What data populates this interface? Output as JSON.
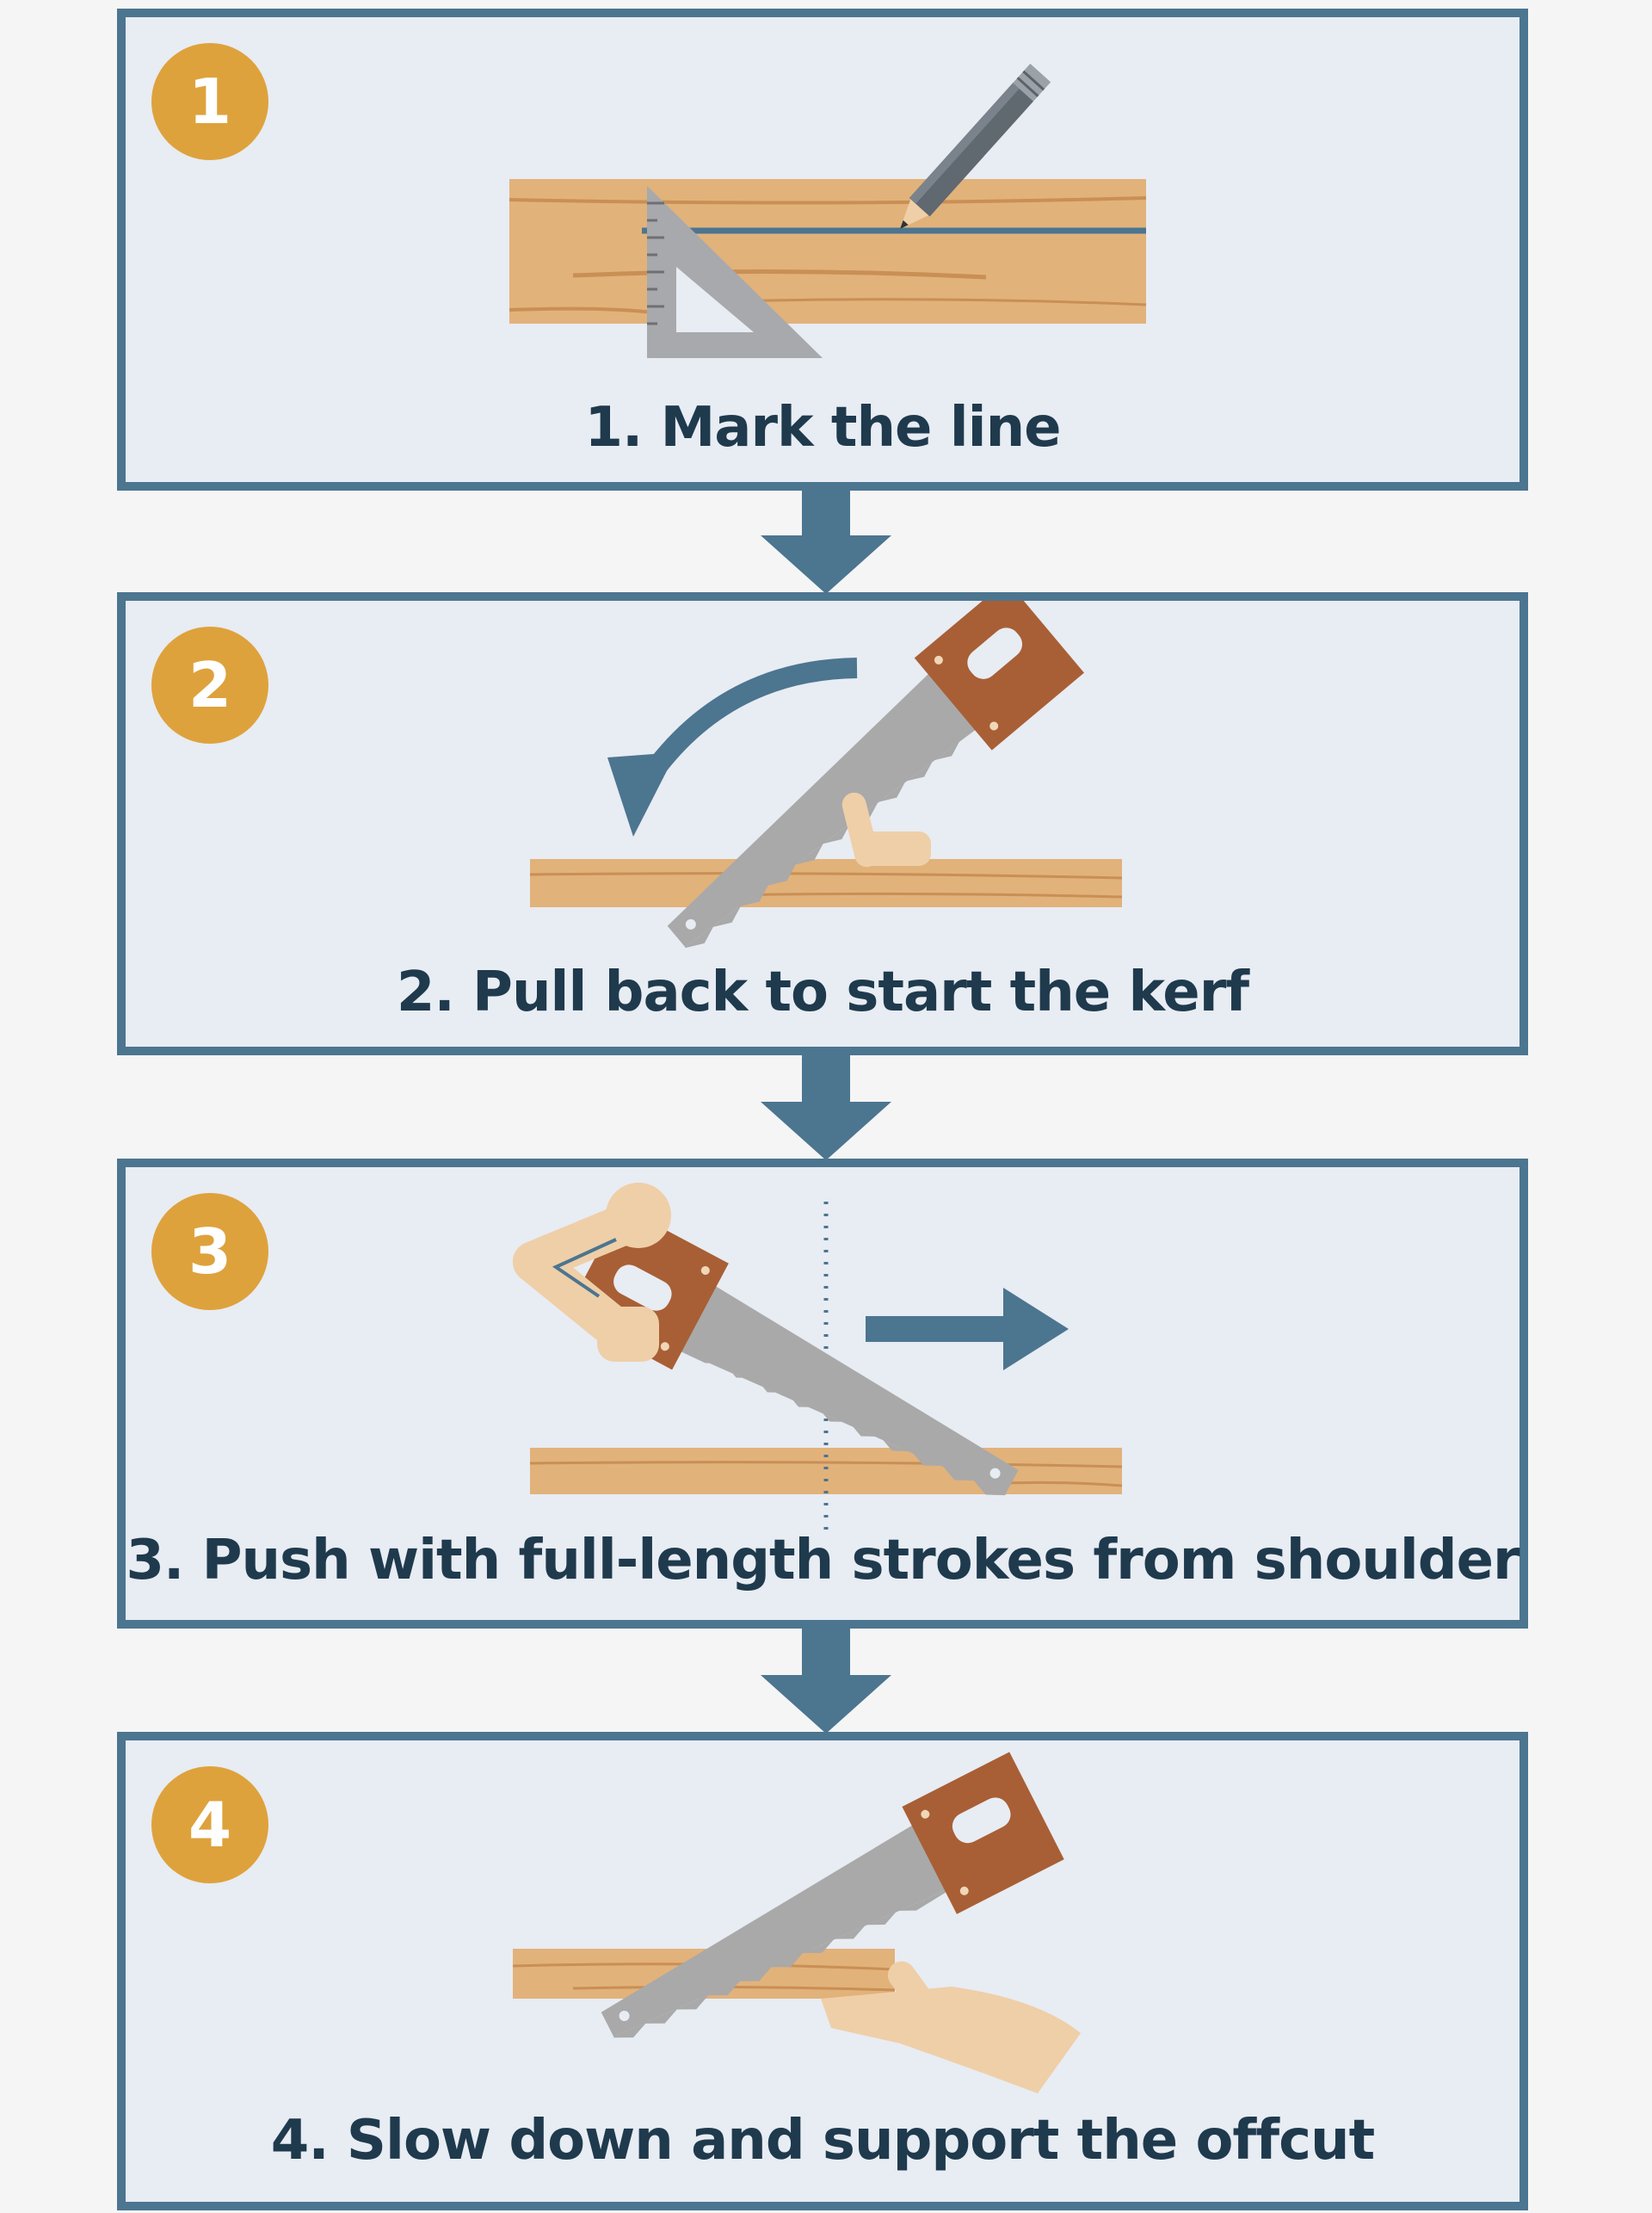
{
  "steps": [
    {
      "number": "1",
      "caption": "1. Mark the line"
    },
    {
      "number": "2",
      "caption": "2. Pull back to start the kerf"
    },
    {
      "number": "3",
      "caption": "3. Push with full-length strokes from shoulder"
    },
    {
      "number": "4",
      "caption": "4. Slow down and support the offcut"
    }
  ],
  "colors": {
    "frame": "#4c7590",
    "panel_fill": "#e8ecf3",
    "badge": "#dea23c",
    "caption_text": "#1f3a4d",
    "wood": "#e2b27b",
    "saw_blade": "#a9a9a9",
    "saw_handle": "#a85f35",
    "hand": "#efcfa8"
  },
  "icons": [
    "pencil-icon",
    "speed-square-icon",
    "handsaw-icon",
    "curved-arrow-icon",
    "right-arrow-icon",
    "hand-icon",
    "down-arrow-icon"
  ]
}
